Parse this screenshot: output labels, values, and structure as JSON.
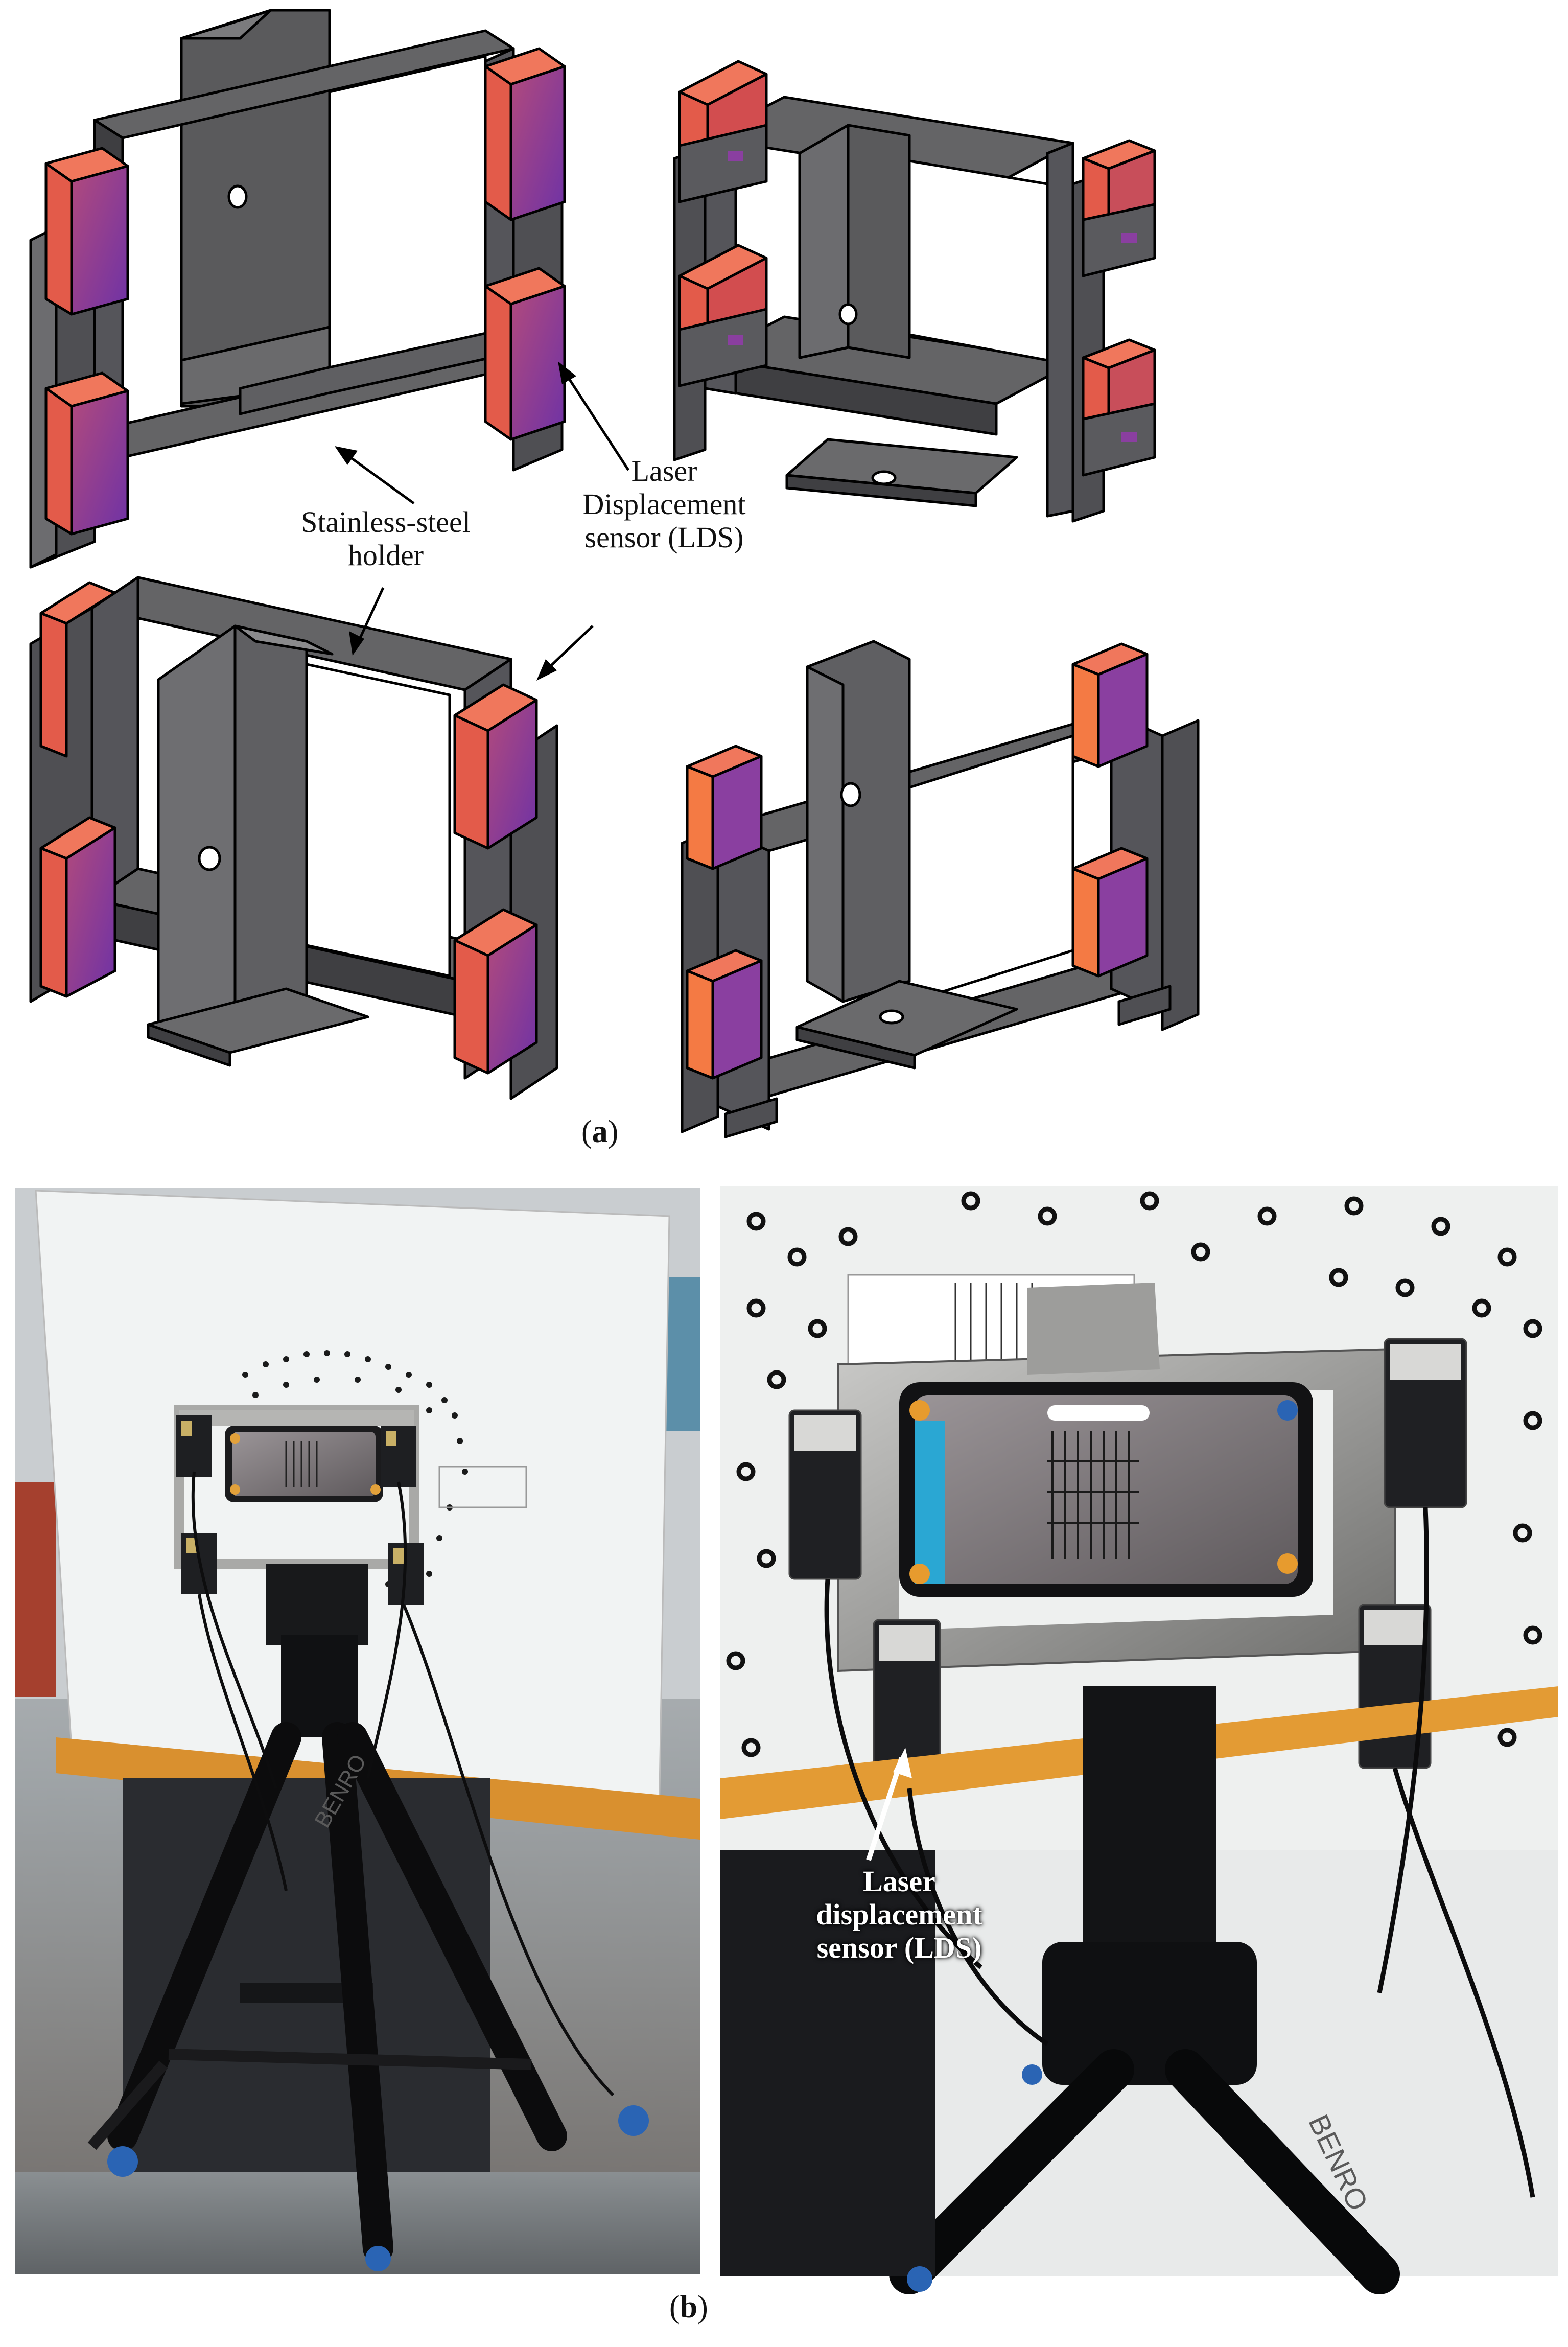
{
  "labels": {
    "holder": [
      "Stainless-steel",
      "holder"
    ],
    "lds_cad": [
      "Laser",
      "Displacement",
      "sensor (LDS)"
    ],
    "lds_photo": [
      "Laser",
      "displacement",
      "sensor (LDS)"
    ]
  },
  "captions": {
    "a": {
      "open": "(",
      "letter": "a",
      "close": ")"
    },
    "b": {
      "open": "(",
      "letter": "b",
      "close": ")"
    }
  },
  "colors": {
    "steel": "#5f5f61",
    "steel_dark": "#3f3f42",
    "steel_light": "#8a8a8c",
    "sensor_front": "#e8604e",
    "sensor_side": "#8a3fa0",
    "outline": "#000000"
  },
  "photo": {
    "logo_text": "BENRO"
  }
}
